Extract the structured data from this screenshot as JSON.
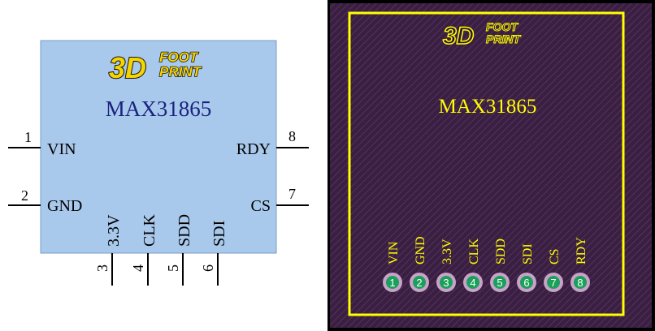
{
  "logo": {
    "big": "3D",
    "line1": "FOOT",
    "line2": "PRINT"
  },
  "schematic": {
    "part_name": "MAX31865",
    "body_color": "#a9c9ec",
    "pins": [
      {
        "num": "1",
        "label": "VIN"
      },
      {
        "num": "2",
        "label": "GND"
      },
      {
        "num": "3",
        "label": "3.3V"
      },
      {
        "num": "4",
        "label": "CLK"
      },
      {
        "num": "5",
        "label": "SDD"
      },
      {
        "num": "6",
        "label": "SDI"
      },
      {
        "num": "7",
        "label": "CS"
      },
      {
        "num": "8",
        "label": "RDY"
      }
    ]
  },
  "footprint": {
    "part_name": "MAX31865",
    "board_color": "#3a1f42",
    "outline_color": "#ffff00",
    "pad_color": "#c8a2c8",
    "pad_fill": "#1aa05a",
    "pins": [
      {
        "num": "1",
        "label": "VIN"
      },
      {
        "num": "2",
        "label": "GND"
      },
      {
        "num": "3",
        "label": "3.3V"
      },
      {
        "num": "4",
        "label": "CLK"
      },
      {
        "num": "5",
        "label": "SDD"
      },
      {
        "num": "6",
        "label": "SDI"
      },
      {
        "num": "7",
        "label": "CS"
      },
      {
        "num": "8",
        "label": "RDY"
      }
    ]
  }
}
